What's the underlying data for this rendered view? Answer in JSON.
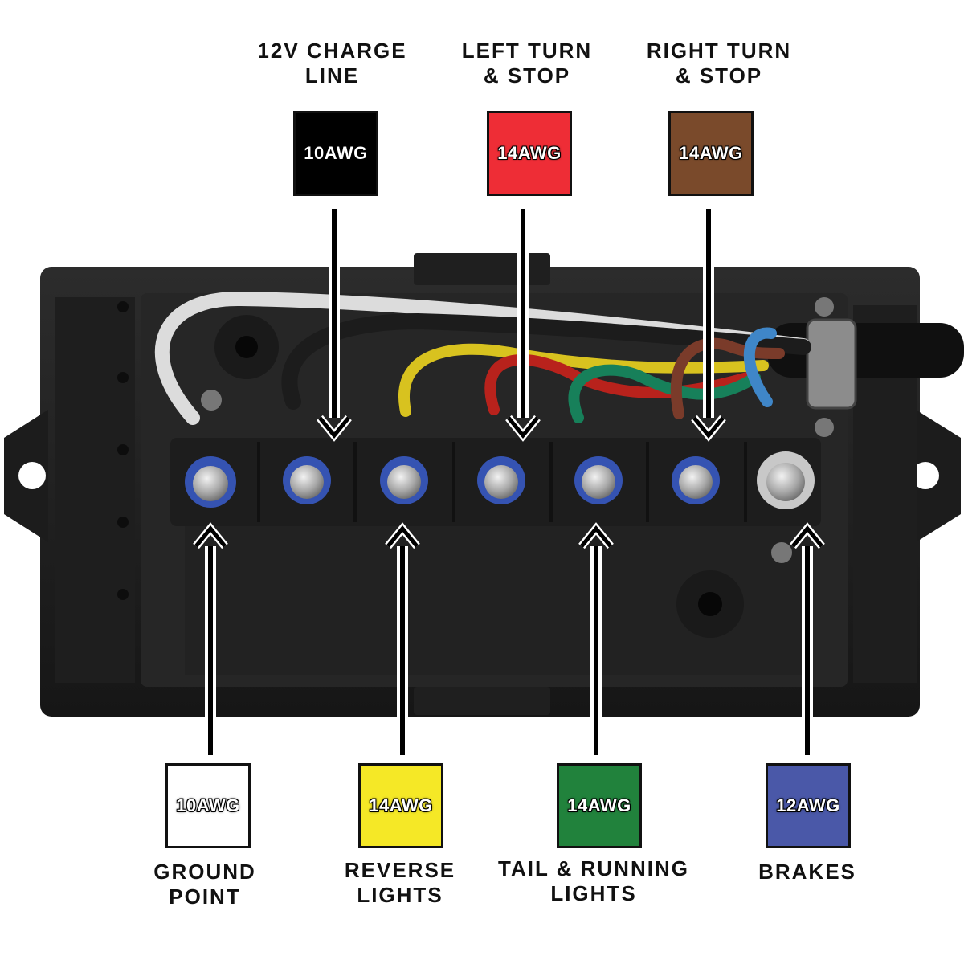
{
  "top_circuits": [
    {
      "line1": "12V CHARGE",
      "line2": "LINE",
      "gauge": "10AWG",
      "color": "#000000"
    },
    {
      "line1": "LEFT TURN",
      "line2": "& STOP",
      "gauge": "14AWG",
      "color": "#ee2d36"
    },
    {
      "line1": "RIGHT TURN",
      "line2": "& STOP",
      "gauge": "14AWG",
      "color": "#7a4a2b"
    }
  ],
  "bottom_circuits": [
    {
      "line1": "GROUND",
      "line2": "POINT",
      "gauge": "10AWG",
      "color": "#ffffff"
    },
    {
      "line1": "REVERSE",
      "line2": "LIGHTS",
      "gauge": "14AWG",
      "color": "#f5e826"
    },
    {
      "line1": "TAIL & RUNNING",
      "line2": "LIGHTS",
      "gauge": "14AWG",
      "color": "#21823c"
    },
    {
      "line1": "",
      "line2": "BRAKES",
      "gauge": "12AWG",
      "color": "#4a58a8"
    }
  ],
  "wire_colors": {
    "white": "#dcdcdc",
    "black": "#1c1c1c",
    "yellow": "#d8c21f",
    "red": "#b8221c",
    "green": "#17805a",
    "brown": "#7a3b2a",
    "blue": "#3f86c8"
  }
}
